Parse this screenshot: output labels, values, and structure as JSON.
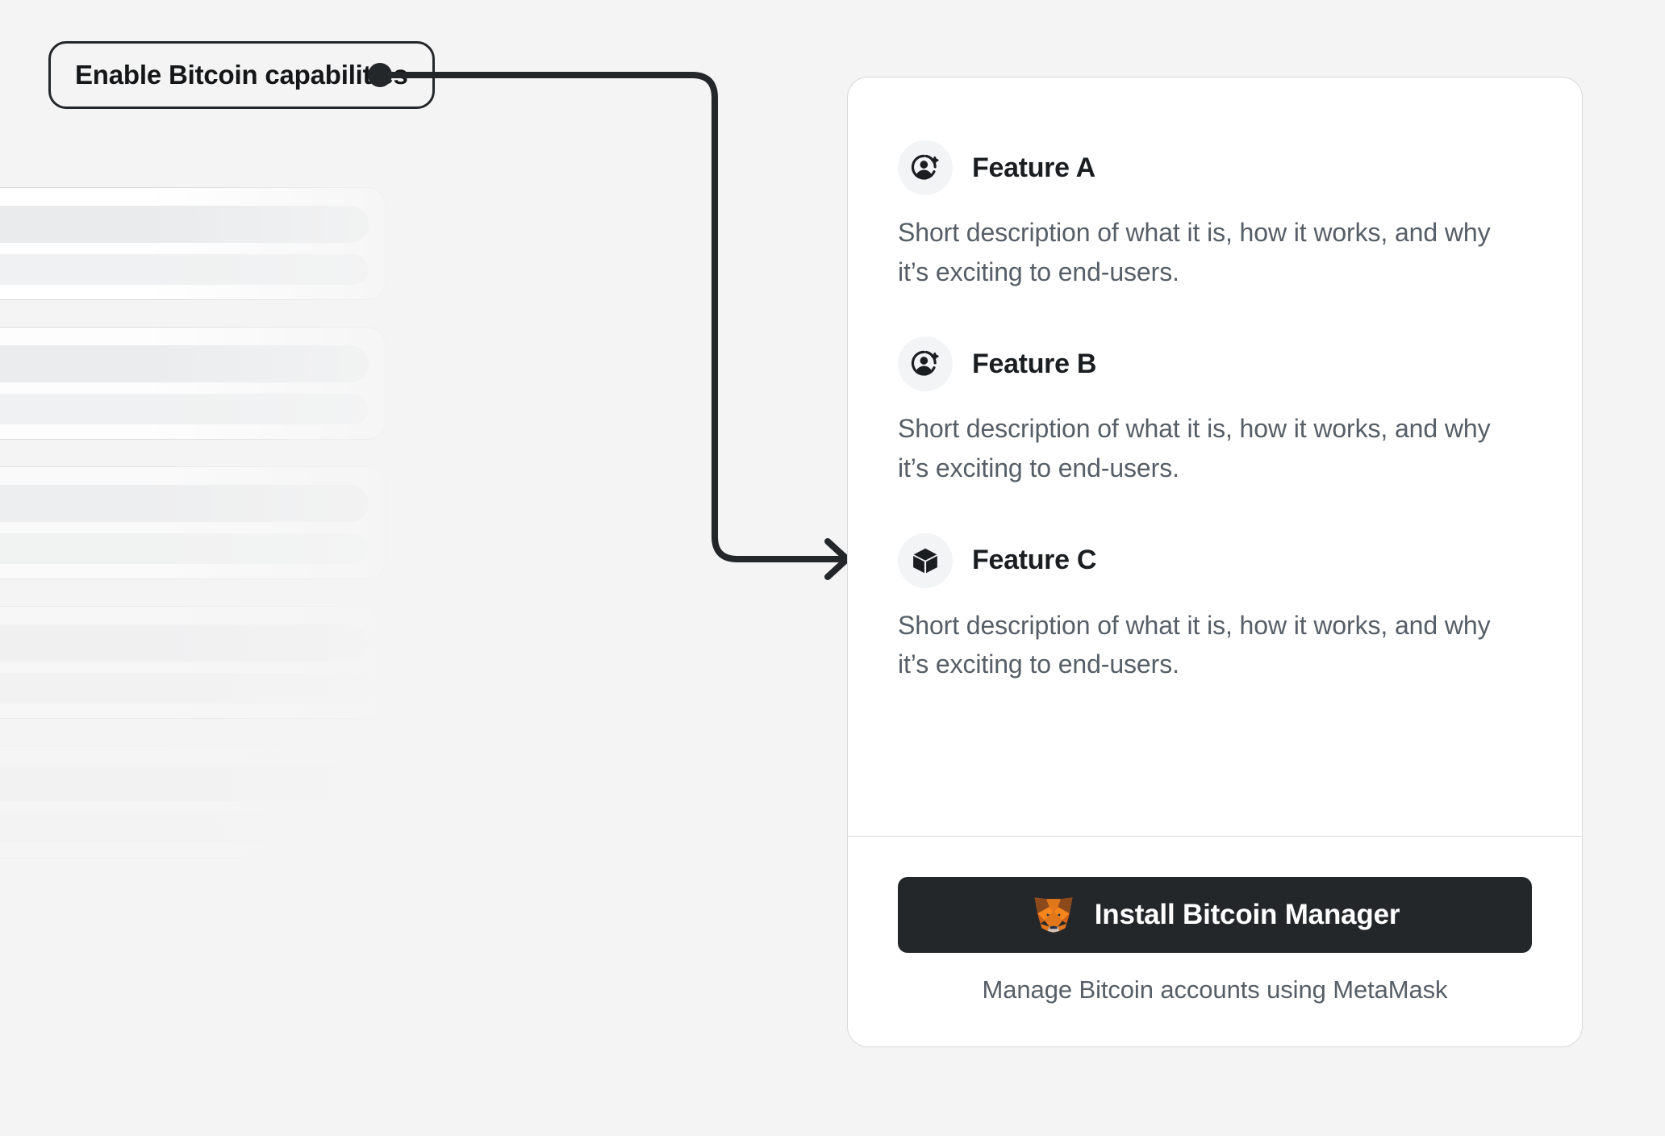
{
  "callout": {
    "label": "Enable Bitcoin capabilities",
    "connector": "elbow-arrow",
    "accent_color": "#24272a"
  },
  "background": {
    "placeholder_label": "loading-skeleton-cards",
    "card_count": 5,
    "bar_color": "#e9ebed",
    "card_bg": "#ffffff"
  },
  "card": {
    "background": "#ffffff",
    "border_color": "#d6d9dc",
    "features": [
      {
        "icon": "account-add-icon",
        "title": "Feature A",
        "description": "Short description of what it is, how it works, and why it’s exciting to end-users."
      },
      {
        "icon": "account-add-icon",
        "title": "Feature B",
        "description": "Short description of what it is, how it works, and why it’s exciting to end-users."
      },
      {
        "icon": "cube-icon",
        "title": "Feature C",
        "description": "Short description of what it is, how it works, and why it’s exciting to end-users."
      }
    ],
    "cta": {
      "icon": "metamask-fox-icon",
      "button_label": "Install Bitcoin Manager",
      "subtext": "Manage Bitcoin accounts using MetaMask",
      "button_bg": "#24272a",
      "button_text_color": "#ffffff"
    }
  },
  "colors": {
    "page_bg": "#f4f4f4",
    "text_primary": "#1b1e21",
    "text_secondary": "#565e67",
    "fox_orange": "#e2761b",
    "fox_light_orange": "#f6851b",
    "fox_dark_brown": "#763d16",
    "fox_cream": "#c0ad9e"
  }
}
